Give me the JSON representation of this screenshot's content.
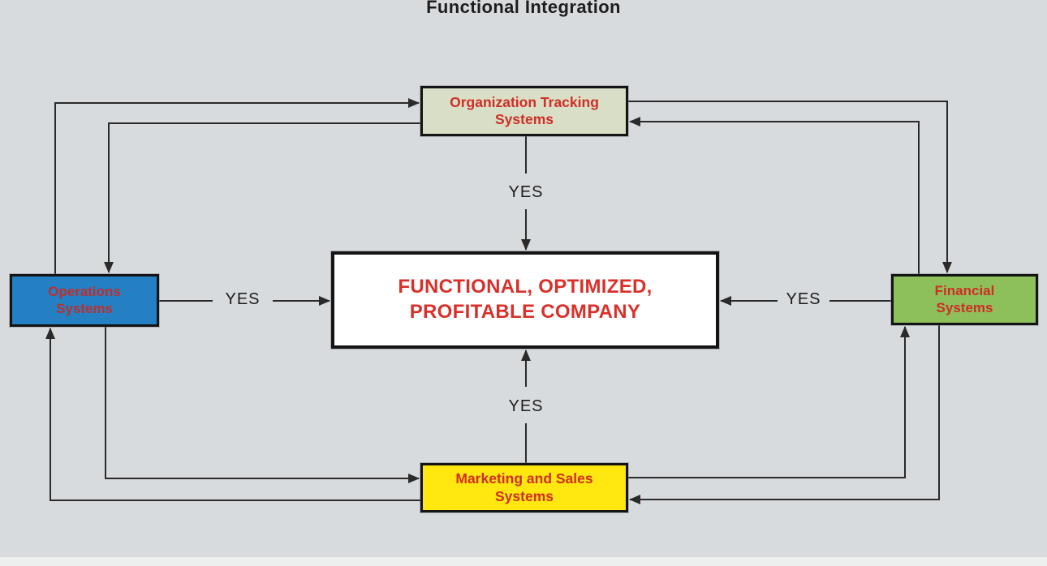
{
  "title": "Functional Integration",
  "nodes": {
    "top": {
      "line1": "Organization Tracking",
      "line2": "Systems",
      "fill": "#d9dfc6"
    },
    "center": {
      "line1": "FUNCTIONAL, OPTIMIZED,",
      "line2": "PROFITABLE COMPANY",
      "fill": "#ffffff"
    },
    "left": {
      "line1": "Operations",
      "line2": "Systems",
      "fill": "#2480c3"
    },
    "right": {
      "line1": "Financial",
      "line2": "Systems",
      "fill": "#8dbf5b"
    },
    "bottom": {
      "line1": "Marketing and Sales",
      "line2": "Systems",
      "fill": "#ffe70f"
    }
  },
  "edge_labels": {
    "top": "YES",
    "left": "YES",
    "right": "YES",
    "bottom": "YES"
  },
  "colors": {
    "node_text_red": "#cf2d26",
    "center_text_red": "#d8312b",
    "title_black": "#1d1d1d",
    "connector_line": "#2a2a2a",
    "background": "#d8dbde"
  }
}
